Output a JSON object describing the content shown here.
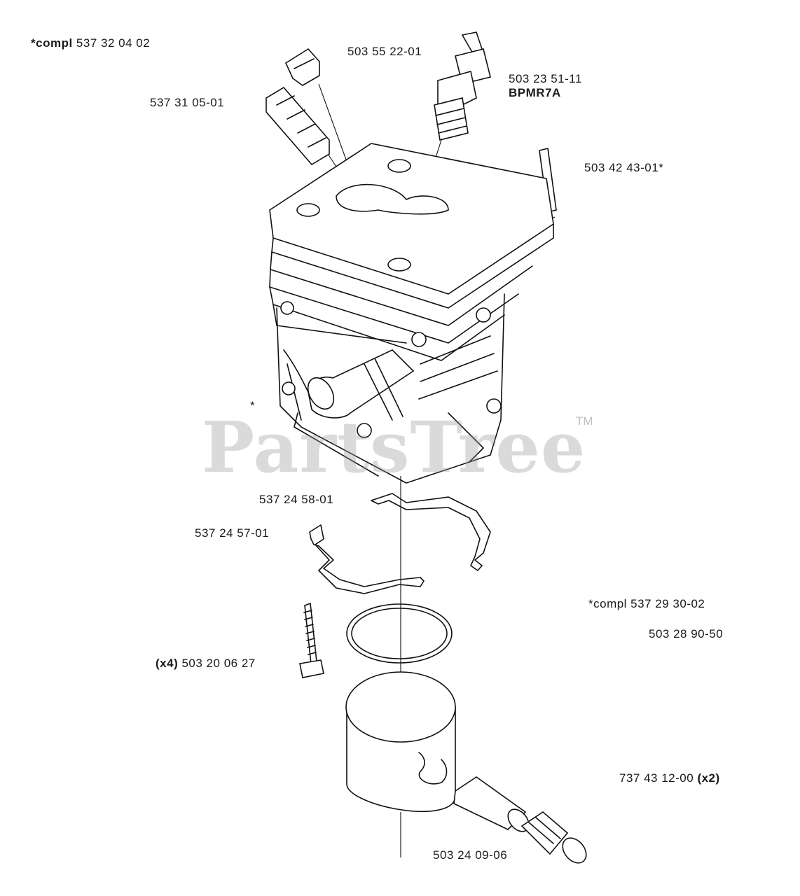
{
  "labels": {
    "compl_cylinder_prefix": "*compl",
    "compl_cylinder_num": "537 32 04 02",
    "part_503_55_22_01": "503 55 22-01",
    "part_537_31_05_01": "537 31 05-01",
    "part_503_23_51_11": "503 23 51-11",
    "spark_plug_type": "BPMR7A",
    "part_503_42_43_01": "503 42 43-01*",
    "asterisk_mark": "*",
    "part_537_24_58_01": "537 24 58-01",
    "part_537_24_57_01": "537 24 57-01",
    "compl_piston": "*compl 537 29 30-02",
    "part_503_28_90_50": "503 28 90-50",
    "screw_qty": "(x4)",
    "screw_num": "503 20 06 27",
    "pin_num": "737 43 12-00",
    "pin_qty": "(x2)",
    "part_503_24_09_06": "503 24 09-06"
  },
  "watermark": {
    "text": "PartsTree",
    "trademark": "TM"
  }
}
